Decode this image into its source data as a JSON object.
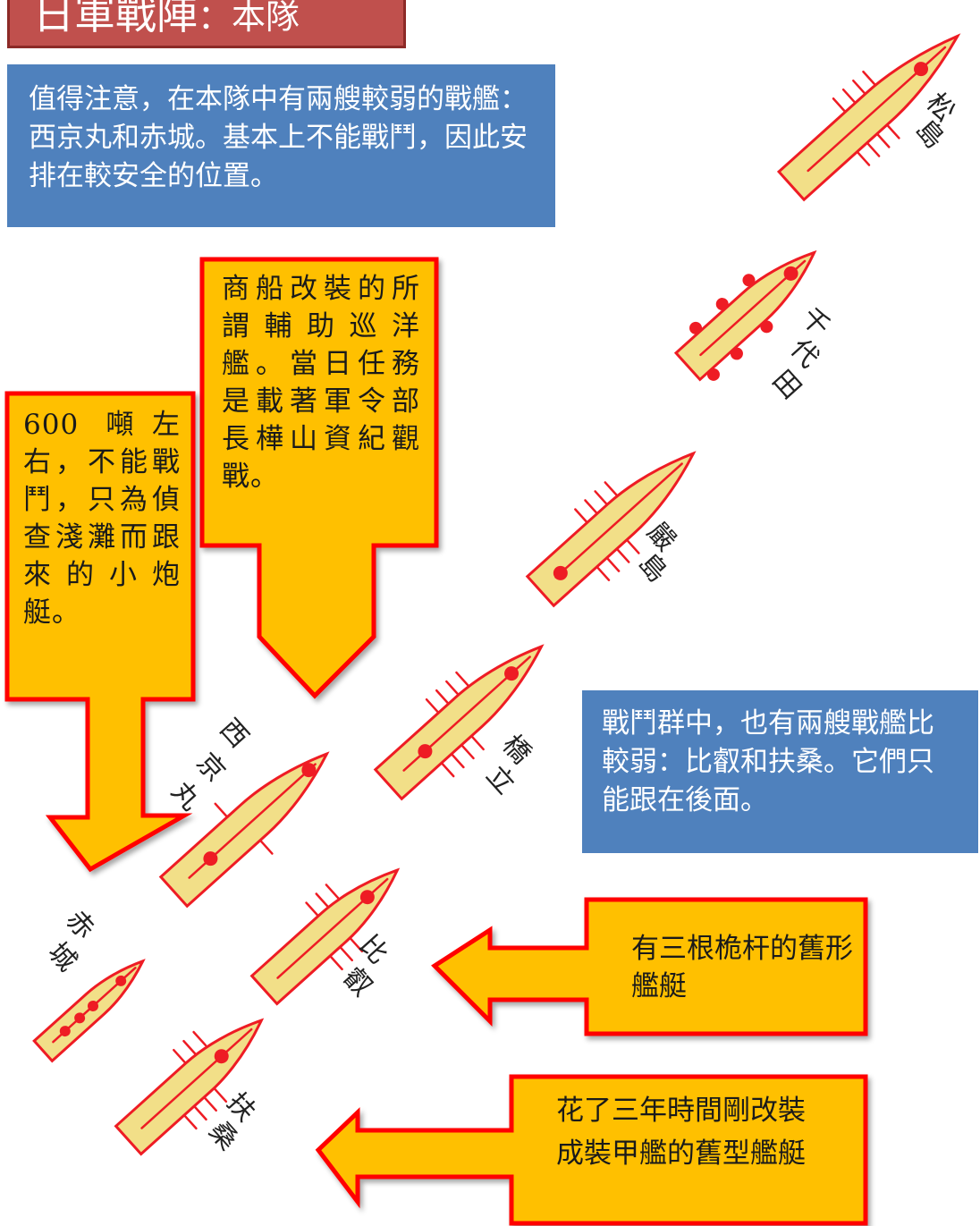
{
  "title": {
    "main": "日軍戰陣",
    "sub": "：本隊"
  },
  "notes": {
    "weak_ships": "值得注意，在本隊中有兩艘較弱的戰艦：西京丸和赤城。基本上不能戰鬥，因此安排在較安全的位置。",
    "battle_group": "戰鬥群中，也有兩艘戰艦比較弱：比叡和扶桑。它們只能跟在後面。",
    "aux_cruiser": "商船改裝的所謂輔助巡洋艦。當日任務是載著軍令部長樺山資紀觀戰。",
    "gunboat": "600 噸左右，不能戰鬥，只為偵查淺灘而跟來的小炮艇。",
    "old_masts": "有三根桅杆的舊形艦艇",
    "old_armored": "花了三年時間剛改裝成裝甲艦的舊型艦艇"
  },
  "ships": [
    {
      "name": "松島",
      "label_chars": [
        "松",
        "島"
      ]
    },
    {
      "name": "千代田",
      "label_chars": [
        "千",
        "代",
        "田"
      ]
    },
    {
      "name": "嚴島",
      "label_chars": [
        "嚴",
        "島"
      ]
    },
    {
      "name": "橋立",
      "label_chars": [
        "橋",
        "立"
      ]
    },
    {
      "name": "西京丸",
      "label_chars": [
        "西",
        "京",
        "丸"
      ]
    },
    {
      "name": "比叡",
      "label_chars": [
        "比",
        "叡"
      ]
    },
    {
      "name": "赤城",
      "label_chars": [
        "赤",
        "城"
      ]
    },
    {
      "name": "扶桑",
      "label_chars": [
        "扶",
        "桑"
      ]
    }
  ],
  "colors": {
    "title_bg": "#c0504d",
    "note_bg": "#4f81bd",
    "callout_fill": "#ffc000",
    "callout_border": "#ff0000",
    "hull_fill": "#f2df88",
    "hull_stroke": "#ee1c24"
  }
}
